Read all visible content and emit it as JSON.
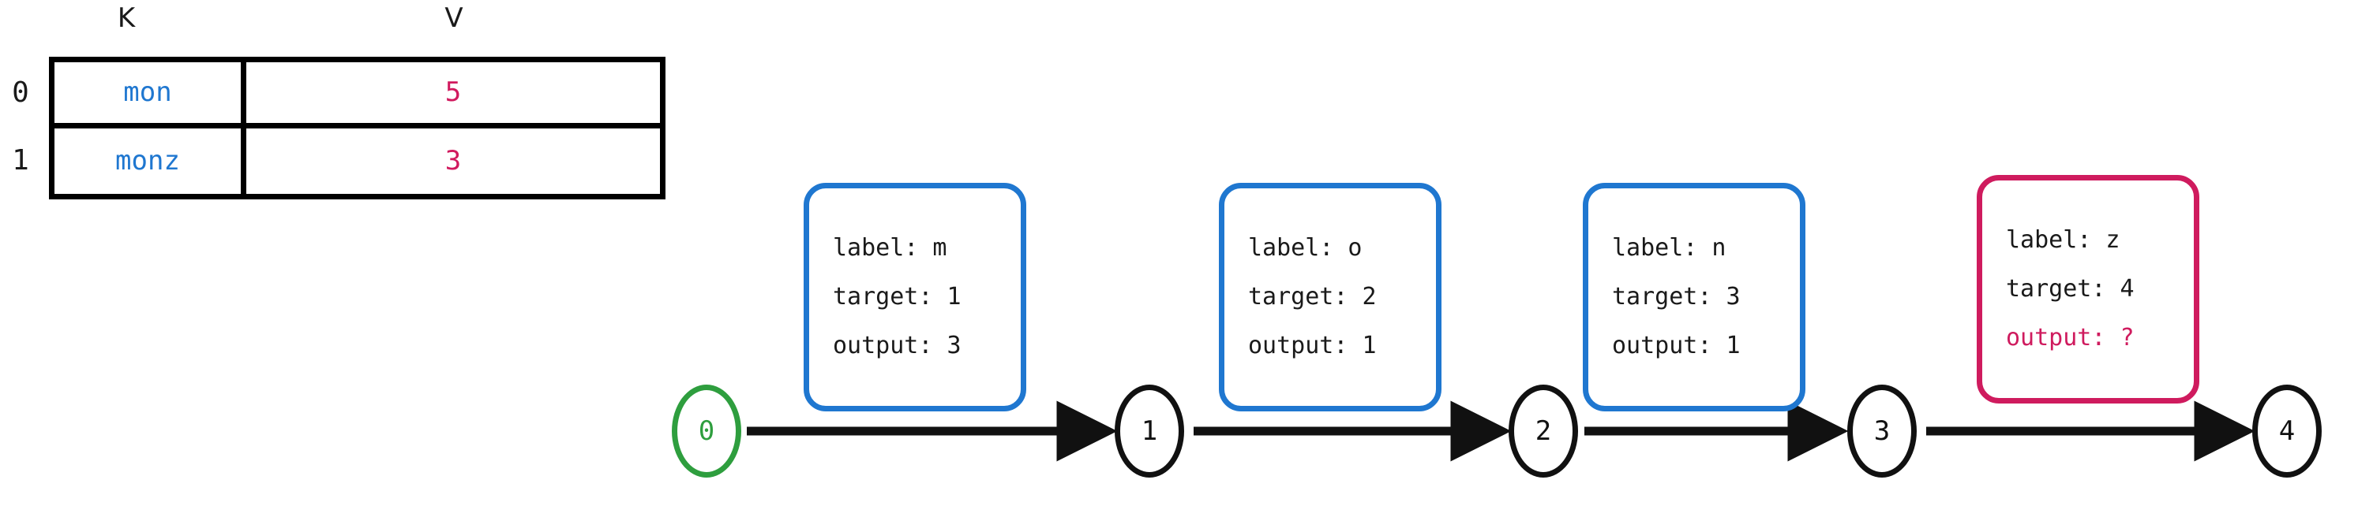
{
  "table": {
    "headers": [
      "K",
      "V"
    ],
    "row_labels": [
      "0",
      "1"
    ],
    "rows": [
      {
        "key": "mon",
        "value": "5"
      },
      {
        "key": "monz",
        "value": "3"
      }
    ],
    "key_color": "#1f77d0",
    "value_color": "#d11a5e",
    "border_color": "#000000"
  },
  "graph": {
    "nodes": [
      {
        "label": "0",
        "color": "#2e9e3e"
      },
      {
        "label": "1",
        "color": "#111111"
      },
      {
        "label": "2",
        "color": "#111111"
      },
      {
        "label": "3",
        "color": "#111111"
      },
      {
        "label": "4",
        "color": "#111111"
      }
    ],
    "edges": [
      {
        "from": "0",
        "to": "1"
      },
      {
        "from": "1",
        "to": "2"
      },
      {
        "from": "2",
        "to": "3"
      },
      {
        "from": "3",
        "to": "4"
      }
    ],
    "edge_color": "#111111",
    "boxes": [
      {
        "label_line": "label: m",
        "target_line": "target: 1",
        "output_line": "output: 3",
        "border_color": "#1f77d0",
        "state": "normal"
      },
      {
        "label_line": "label: o",
        "target_line": "target: 2",
        "output_line": "output: 1",
        "border_color": "#1f77d0",
        "state": "normal"
      },
      {
        "label_line": "label: n",
        "target_line": "target: 3",
        "output_line": "output: 1",
        "border_color": "#1f77d0",
        "state": "normal"
      },
      {
        "label_line": "label: z",
        "target_line": "target: 4",
        "output_line": "output: ?",
        "border_color": "#cf1b5e",
        "state": "alert"
      }
    ]
  }
}
